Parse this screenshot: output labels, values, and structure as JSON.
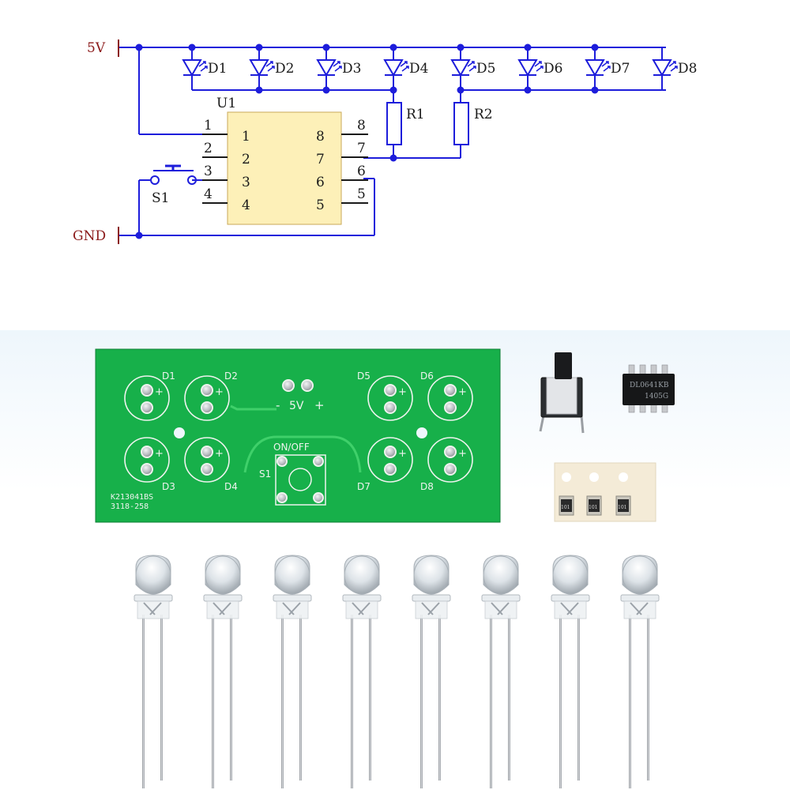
{
  "colors": {
    "wire": "#1d1ddb",
    "power_label": "#8b1a1a",
    "ic_fill": "#fdf0b8",
    "pcb_green": "#17b04a",
    "pcb_silk": "#eef3ee",
    "pad": "#b9bcc1"
  },
  "schematic": {
    "power_label": "5V",
    "ground_label": "GND",
    "ic_ref": "U1",
    "ic_pins_left": [
      "1",
      "2",
      "3",
      "4"
    ],
    "ic_pins_right": [
      "8",
      "7",
      "6",
      "5"
    ],
    "outer_pins_left": [
      "1",
      "2",
      "3",
      "4"
    ],
    "outer_pins_right": [
      "8",
      "7",
      "6",
      "5"
    ],
    "leds": [
      "D1",
      "D2",
      "D3",
      "D4",
      "D5",
      "D6",
      "D7",
      "D8"
    ],
    "resistors": [
      "R1",
      "R2"
    ],
    "switch": "S1"
  },
  "pcb": {
    "led_labels": [
      "D1",
      "D2",
      "D3",
      "D4",
      "D5",
      "D6",
      "D7",
      "D8"
    ],
    "plus": "+",
    "minus": "-",
    "power_label": "5V",
    "switch_caption": "ON/OFF",
    "switch_ref": "S1",
    "board_code": "K213041BS",
    "board_date": "3118-258"
  },
  "chip_marking": {
    "line1": "DL0641KB",
    "line2": "1405G"
  },
  "smd_resistor_marking": "101",
  "led_count": 8
}
